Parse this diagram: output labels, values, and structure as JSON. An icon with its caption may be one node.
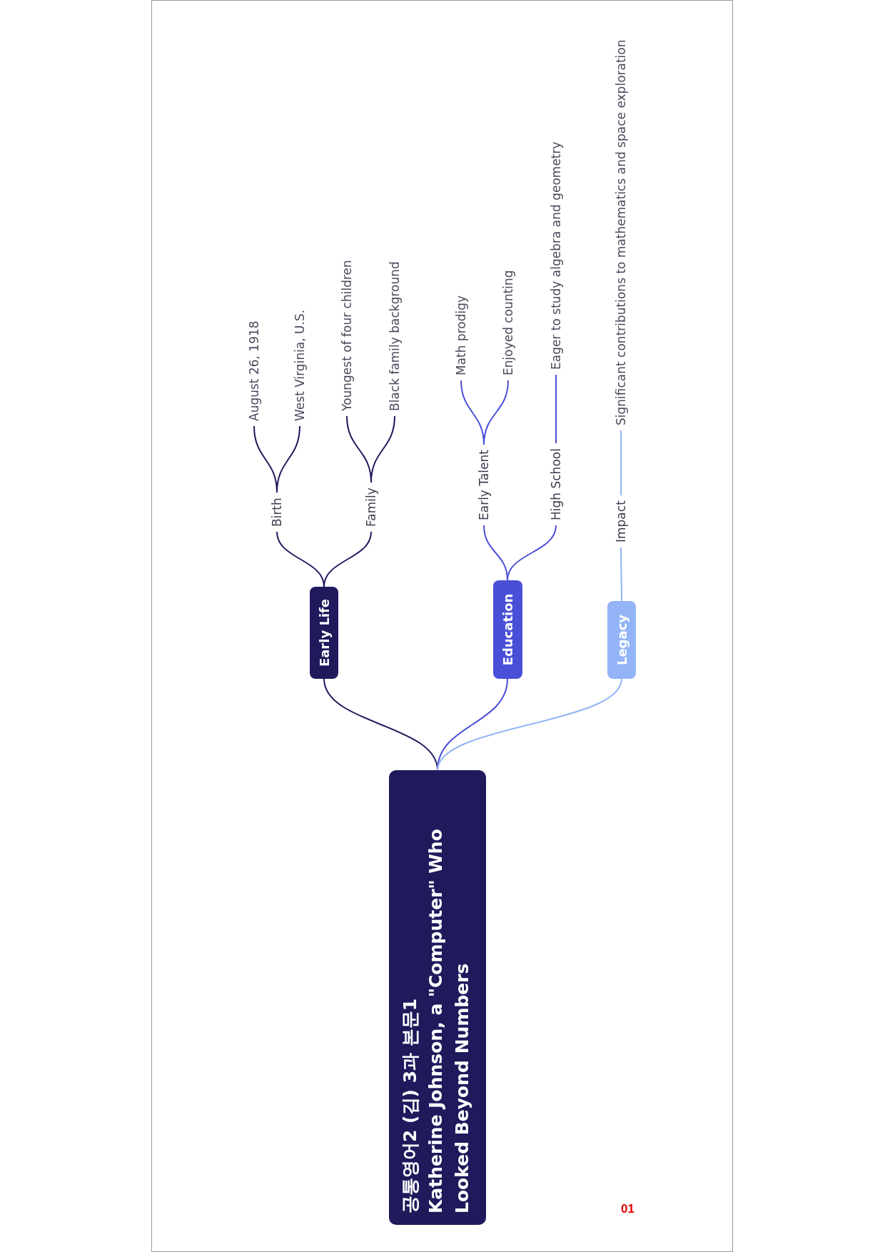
{
  "diagram": {
    "nodes": [
      {
        "text": [
          "공통영어2 (김) 3과 본문1",
          "Katherine Johnson, a \"Computer\" Who Looked Beyond Numbers"
        ]
      },
      {
        "text": [
          "Early Life"
        ]
      },
      {
        "text": [
          "Birth"
        ]
      },
      {
        "text": [
          "August 26, 1918"
        ]
      },
      {
        "text": [
          "West Virginia, U.S."
        ]
      },
      {
        "text": [
          "Family"
        ]
      },
      {
        "text": [
          "Youngest of four children"
        ]
      },
      {
        "text": [
          "Black family background"
        ]
      },
      {
        "text": [
          "Education"
        ]
      },
      {
        "text": [
          "Early Talent"
        ]
      },
      {
        "text": [
          "Math prodigy"
        ]
      },
      {
        "text": [
          "Enjoyed counting"
        ]
      },
      {
        "text": [
          "High School"
        ]
      },
      {
        "text": [
          "Eager to study algebra and geometry"
        ]
      },
      {
        "text": [
          "Legacy"
        ]
      },
      {
        "text": [
          "Impact"
        ]
      },
      {
        "text": [
          "Significant contributions to mathematics and space exploration"
        ]
      }
    ],
    "edges": [
      {
        "from": 0,
        "to": 1,
        "arrow": "none"
      },
      {
        "from": 1,
        "to": 2,
        "arrow": "none"
      },
      {
        "from": 2,
        "to": 3,
        "arrow": "none"
      },
      {
        "from": 2,
        "to": 4,
        "arrow": "none"
      },
      {
        "from": 1,
        "to": 5,
        "arrow": "none"
      },
      {
        "from": 5,
        "to": 6,
        "arrow": "none"
      },
      {
        "from": 5,
        "to": 7,
        "arrow": "none"
      },
      {
        "from": 0,
        "to": 8,
        "arrow": "none",
        "color": "#4a4fd8"
      },
      {
        "from": 8,
        "to": 9,
        "arrow": "none",
        "color": "#4a4fd8"
      },
      {
        "from": 9,
        "to": 10,
        "arrow": "none",
        "color": "#4a4fd8"
      },
      {
        "from": 9,
        "to": 11,
        "arrow": "none",
        "color": "#4a4fd8"
      },
      {
        "from": 8,
        "to": 12,
        "arrow": "none",
        "color": "#4a4fd8"
      },
      {
        "from": 12,
        "to": 13,
        "arrow": "none",
        "color": "#4a4fd8"
      },
      {
        "from": 0,
        "to": 14,
        "arrow": "none",
        "color": "#93b4f7"
      },
      {
        "from": 14,
        "to": 15,
        "arrow": "none",
        "color": "#93b4f7"
      },
      {
        "from": 15,
        "to": 16,
        "arrow": "none",
        "color": "#93b4f7"
      }
    ],
    "labels": [
      "01"
    ]
  }
}
